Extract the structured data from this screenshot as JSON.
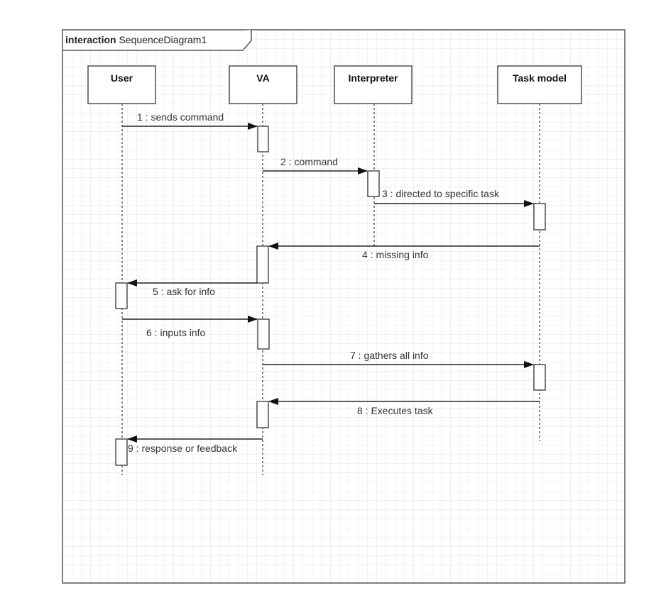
{
  "frame": {
    "keyword": "interaction",
    "name": "SequenceDiagram1"
  },
  "lifelines": [
    {
      "id": "user",
      "label": "User"
    },
    {
      "id": "va",
      "label": "VA"
    },
    {
      "id": "interpreter",
      "label": "Interpreter"
    },
    {
      "id": "task_model",
      "label": "Task model"
    }
  ],
  "messages": [
    {
      "label": "1 : sends command",
      "from": "user",
      "to": "va"
    },
    {
      "label": "2 : command",
      "from": "va",
      "to": "interpreter"
    },
    {
      "label": "3 : directed to specific task",
      "from": "interpreter",
      "to": "task_model"
    },
    {
      "label": "4 : missing info",
      "from": "task_model",
      "to": "va"
    },
    {
      "label": "5 : ask for info",
      "from": "va",
      "to": "user"
    },
    {
      "label": "6 : inputs info",
      "from": "user",
      "to": "va"
    },
    {
      "label": "7 : gathers all info",
      "from": "va",
      "to": "task_model"
    },
    {
      "label": "8 : Executes task",
      "from": "task_model",
      "to": "va"
    },
    {
      "label": "9 : response or feedback",
      "from": "va",
      "to": "user"
    }
  ],
  "colors": {
    "grid": "#e3e3e3",
    "line": "#222222",
    "text": "#333333",
    "background": "#ffffff"
  }
}
